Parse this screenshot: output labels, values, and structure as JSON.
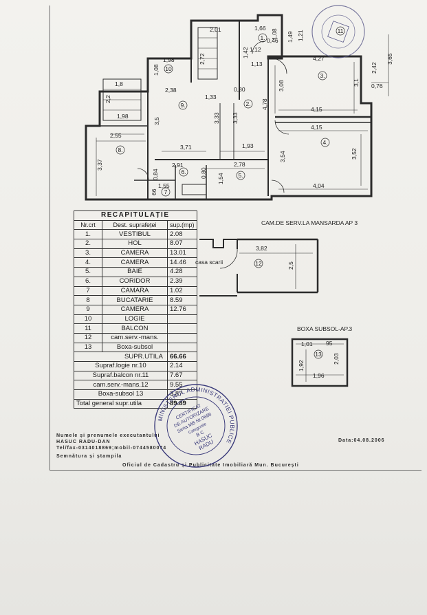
{
  "plan": {
    "rooms": {
      "r1": "1.",
      "r2": "2.",
      "r3": "3.",
      "r4": "4.",
      "r5": "5.",
      "r6": "6.",
      "r7": "7",
      "r8": "8.",
      "r9": "9.",
      "r10": "10",
      "r11": "11"
    },
    "dims": {
      "d201": "2,01",
      "d166": "1,66",
      "d108": "1,08",
      "d046": "0,46",
      "d121": "1,21",
      "d149": "1,49",
      "d142": "1,42",
      "d112": "1,12",
      "d113": "1,13",
      "d272": "2,72",
      "d198a": "1,98",
      "d108b": "1,08",
      "d238": "2,38",
      "d133": "1,33",
      "d080": "0,80",
      "d478": "4,78",
      "d308": "3,08",
      "d427": "4,27",
      "d31": "3,1",
      "d415a": "4,15",
      "d415b": "4,15",
      "d242": "2,42",
      "d365": "3,65",
      "d076": "0,76",
      "d18": "1,8",
      "d22": "2,2",
      "d198b": "1,98",
      "d35": "3,5",
      "d333a": "3,33",
      "d333b": "3,33",
      "d255": "2,55",
      "d371": "3,71",
      "d193": "1,93",
      "d354": "3,54",
      "d352": "3,52",
      "d337": "3,37",
      "d291": "2,91",
      "d278": "2,78",
      "d084": "0,84",
      "d080b": "0,80",
      "d154": "1,54",
      "d155": "1,55",
      "d066": "66",
      "d404": "4,04"
    }
  },
  "recap": {
    "title": "RECAPITULAȚIE",
    "headers": [
      "Nr.crt",
      "Dest. suprafeței",
      "sup.(mp)"
    ],
    "rows": [
      [
        "1.",
        "VESTIBUL",
        "2.08"
      ],
      [
        "2.",
        "HOL",
        "8.07"
      ],
      [
        "3.",
        "CAMERA",
        "13.01"
      ],
      [
        "4.",
        "CAMERA",
        "14.46"
      ],
      [
        "5.",
        "BAIE",
        "4.28"
      ],
      [
        "6.",
        "CORIDOR",
        "2.39"
      ],
      [
        "7",
        "CAMARA",
        "1.02"
      ],
      [
        "8",
        "BUCATARIE",
        "8.59"
      ],
      [
        "9",
        "CAMERA",
        "12.76"
      ],
      [
        "10",
        "LOGIE",
        ""
      ],
      [
        "11",
        "BALCON",
        ""
      ],
      [
        "12",
        "cam.serv.-mans.",
        ""
      ],
      [
        "13",
        "Boxa-subsol",
        ""
      ]
    ],
    "supr_utila_label": "SUPR.UTILA",
    "supr_utila_value": "66.66",
    "extra": [
      [
        "Supraf.logie nr.10",
        "2.14"
      ],
      [
        "Supraf.balcon nr.11",
        "7.67"
      ],
      [
        "cam.serv.-mans.12",
        "9.55"
      ],
      [
        "Boxa-subsol 13",
        "3.87"
      ]
    ],
    "total_label": "Total general supr.utila",
    "total_value": "89.89"
  },
  "mansarda": {
    "title": "CAM.DE SERV.LA MANSARDA AP 3",
    "casa_scarii": "casa scarii",
    "width": "3,82",
    "height": "2,5",
    "room": "12"
  },
  "boxa": {
    "title": "BOXA SUBSOL-AP.3",
    "d101": "1,01",
    "d95": "95",
    "d192": "1,92",
    "d203": "2,03",
    "d196": "1,96",
    "room": "13"
  },
  "footer": {
    "name_line": "Numele și prenumele executantului",
    "name_value": "HASUC RADU-DAN",
    "phone_line": "Tel/fax-0314018869;mobil-0744580074",
    "date": "Data:04.08.2006",
    "signature_line": "Semnătura și ștampila",
    "office": "Oficiul de Cadastru și Publicitate Imobiliară Mun. București"
  },
  "stamp": {
    "outer": "MINISTERUL ADMINISTRATIEI PUBLICE",
    "line1": "CERTIFICAT",
    "line2": "DE AUTORIZARE",
    "line3": "Seria MB Nr.0686",
    "line4": "Categoriile",
    "line5": "B C",
    "line6": "HASUC",
    "line7": "RADU"
  },
  "colors": {
    "ink": "#222222",
    "stamp": "#3a3a7a",
    "line": "#2b2b2b"
  }
}
